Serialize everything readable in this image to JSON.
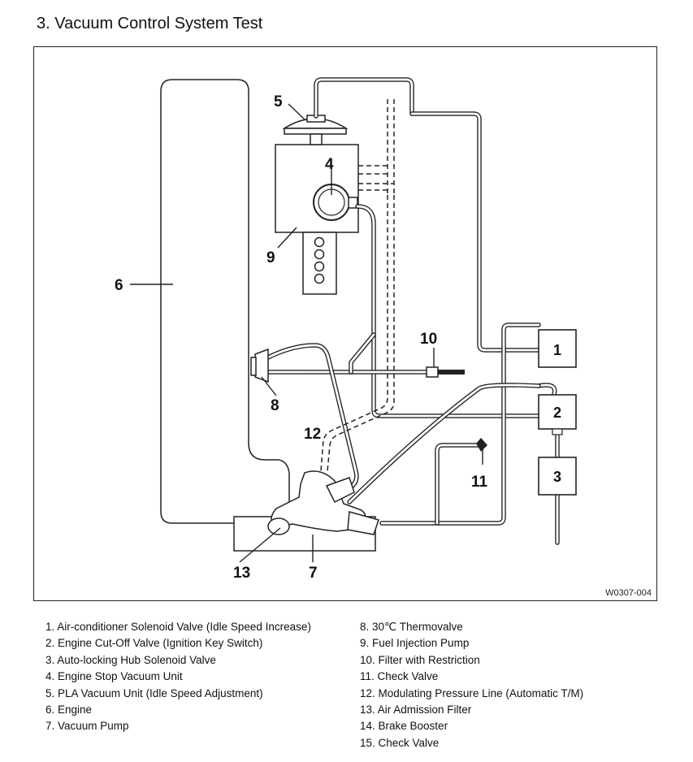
{
  "title": "3.  Vacuum Control System Test",
  "figure_code": "W0307-004",
  "markers": {
    "m1": "1",
    "m2": "2",
    "m3": "3",
    "m4": "4",
    "m5": "5",
    "m6": "6",
    "m7": "7",
    "m8": "8",
    "m9": "9",
    "m10": "10",
    "m11": "11",
    "m12": "12",
    "m13": "13"
  },
  "legend_left": [
    "1. Air-conditioner Solenoid Valve (Idle Speed Increase)",
    "2. Engine Cut-Off Valve (Ignition Key Switch)",
    "3. Auto-locking Hub Solenoid Valve",
    "4. Engine Stop Vacuum Unit",
    "5. PLA Vacuum Unit (Idle Speed Adjustment)",
    "6. Engine",
    "7. Vacuum Pump"
  ],
  "legend_right": [
    "8. 30℃ Thermovalve",
    "9. Fuel Injection Pump",
    "10. Filter with Restriction",
    "11. Check Valve",
    "12. Modulating Pressure Line (Automatic T/M)",
    "13. Air Admission Filter",
    "14. Brake Booster",
    "15. Check Valve"
  ]
}
